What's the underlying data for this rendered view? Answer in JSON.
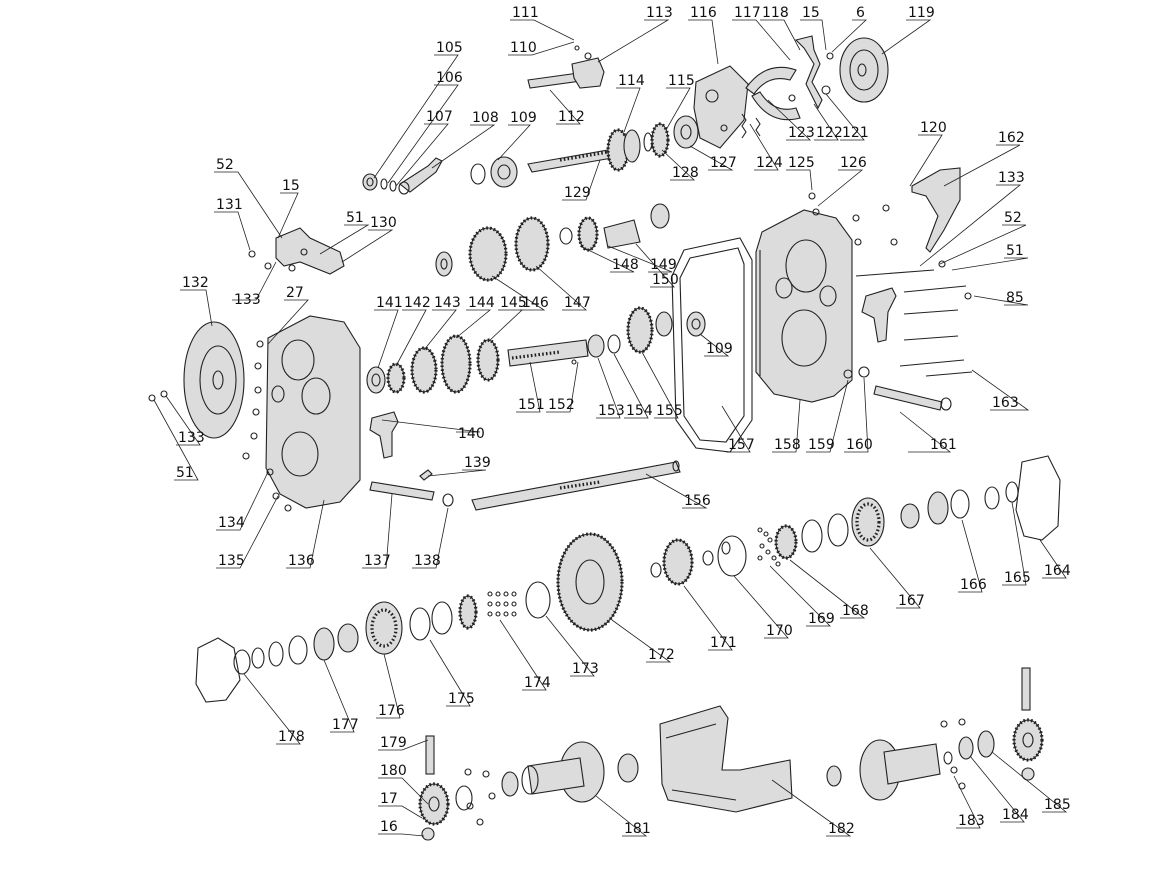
{
  "callouts": [
    {
      "key": "c105",
      "label": "105"
    },
    {
      "key": "c106",
      "label": "106"
    },
    {
      "key": "c107",
      "label": "107"
    },
    {
      "key": "c108",
      "label": "108"
    },
    {
      "key": "c109a",
      "label": "109"
    },
    {
      "key": "c110",
      "label": "110"
    },
    {
      "key": "c111",
      "label": "111"
    },
    {
      "key": "c112",
      "label": "112"
    },
    {
      "key": "c113",
      "label": "113"
    },
    {
      "key": "c114",
      "label": "114"
    },
    {
      "key": "c115",
      "label": "115"
    },
    {
      "key": "c116",
      "label": "116"
    },
    {
      "key": "c117",
      "label": "117"
    },
    {
      "key": "c118",
      "label": "118"
    },
    {
      "key": "c15a",
      "label": "15"
    },
    {
      "key": "c6",
      "label": "6"
    },
    {
      "key": "c119",
      "label": "119"
    },
    {
      "key": "c120",
      "label": "120"
    },
    {
      "key": "c121",
      "label": "121"
    },
    {
      "key": "c122",
      "label": "122"
    },
    {
      "key": "c123",
      "label": "123"
    },
    {
      "key": "c124",
      "label": "124"
    },
    {
      "key": "c125",
      "label": "125"
    },
    {
      "key": "c126",
      "label": "126"
    },
    {
      "key": "c127",
      "label": "127"
    },
    {
      "key": "c128",
      "label": "128"
    },
    {
      "key": "c129",
      "label": "129"
    },
    {
      "key": "c162",
      "label": "162"
    },
    {
      "key": "c133a",
      "label": "133"
    },
    {
      "key": "c52a",
      "label": "52"
    },
    {
      "key": "c51a",
      "label": "51"
    },
    {
      "key": "c85",
      "label": "85"
    },
    {
      "key": "c163",
      "label": "163"
    },
    {
      "key": "c52b",
      "label": "52"
    },
    {
      "key": "c131",
      "label": "131"
    },
    {
      "key": "c15b",
      "label": "15"
    },
    {
      "key": "c51b",
      "label": "51"
    },
    {
      "key": "c130",
      "label": "130"
    },
    {
      "key": "c133b",
      "label": "133"
    },
    {
      "key": "c132",
      "label": "132"
    },
    {
      "key": "c27",
      "label": "27"
    },
    {
      "key": "c133c",
      "label": "133"
    },
    {
      "key": "c51c",
      "label": "51"
    },
    {
      "key": "c141",
      "label": "141"
    },
    {
      "key": "c142",
      "label": "142"
    },
    {
      "key": "c143",
      "label": "143"
    },
    {
      "key": "c144",
      "label": "144"
    },
    {
      "key": "c145",
      "label": "145"
    },
    {
      "key": "c146",
      "label": "146"
    },
    {
      "key": "c147",
      "label": "147"
    },
    {
      "key": "c148",
      "label": "148"
    },
    {
      "key": "c149",
      "label": "149"
    },
    {
      "key": "c150",
      "label": "150"
    },
    {
      "key": "c151",
      "label": "151"
    },
    {
      "key": "c152",
      "label": "152"
    },
    {
      "key": "c153",
      "label": "153"
    },
    {
      "key": "c154",
      "label": "154"
    },
    {
      "key": "c155",
      "label": "155"
    },
    {
      "key": "c109b",
      "label": "109"
    },
    {
      "key": "c157",
      "label": "157"
    },
    {
      "key": "c158",
      "label": "158"
    },
    {
      "key": "c159",
      "label": "159"
    },
    {
      "key": "c160",
      "label": "160"
    },
    {
      "key": "c161",
      "label": "161"
    },
    {
      "key": "c140",
      "label": "140"
    },
    {
      "key": "c139",
      "label": "139"
    },
    {
      "key": "c134",
      "label": "134"
    },
    {
      "key": "c135",
      "label": "135"
    },
    {
      "key": "c136",
      "label": "136"
    },
    {
      "key": "c137",
      "label": "137"
    },
    {
      "key": "c138",
      "label": "138"
    },
    {
      "key": "c156",
      "label": "156"
    },
    {
      "key": "c164",
      "label": "164"
    },
    {
      "key": "c165",
      "label": "165"
    },
    {
      "key": "c166",
      "label": "166"
    },
    {
      "key": "c167",
      "label": "167"
    },
    {
      "key": "c168",
      "label": "168"
    },
    {
      "key": "c169",
      "label": "169"
    },
    {
      "key": "c170",
      "label": "170"
    },
    {
      "key": "c171",
      "label": "171"
    },
    {
      "key": "c172",
      "label": "172"
    },
    {
      "key": "c173",
      "label": "173"
    },
    {
      "key": "c174",
      "label": "174"
    },
    {
      "key": "c175",
      "label": "175"
    },
    {
      "key": "c176",
      "label": "176"
    },
    {
      "key": "c177",
      "label": "177"
    },
    {
      "key": "c178",
      "label": "178"
    },
    {
      "key": "c179",
      "label": "179"
    },
    {
      "key": "c180",
      "label": "180"
    },
    {
      "key": "c17",
      "label": "17"
    },
    {
      "key": "c16",
      "label": "16"
    },
    {
      "key": "c181",
      "label": "181"
    },
    {
      "key": "c182",
      "label": "182"
    },
    {
      "key": "c183",
      "label": "183"
    },
    {
      "key": "c184",
      "label": "184"
    },
    {
      "key": "c185",
      "label": "185"
    }
  ]
}
